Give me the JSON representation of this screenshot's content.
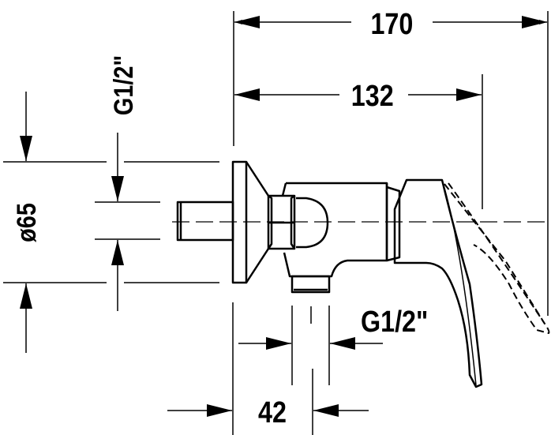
{
  "drawing": {
    "title": "Single-lever shower mixer, concealed/exposed wall mount – dimension drawing",
    "units": "mm",
    "line_color": "#000000",
    "background": "#ffffff"
  },
  "dimensions": {
    "overall_length": {
      "label": "170",
      "value": 170
    },
    "body_length": {
      "label": "132",
      "value": 132
    },
    "flange_diameter": {
      "label": "ø65",
      "value": 65
    },
    "inlet_thread": {
      "label": "G1/2\"",
      "orientation": "vertical"
    },
    "outlet_thread": {
      "label": "G1/2\"",
      "orientation": "horizontal"
    },
    "outlet_offset": {
      "label": "42",
      "value": 42
    }
  },
  "parts": [
    {
      "name": "inlet-nipple"
    },
    {
      "name": "wall-flange"
    },
    {
      "name": "hex-nut"
    },
    {
      "name": "mixer-body"
    },
    {
      "name": "outlet-connector"
    },
    {
      "name": "lever-handle"
    },
    {
      "name": "lever-handle-open-position"
    }
  ]
}
